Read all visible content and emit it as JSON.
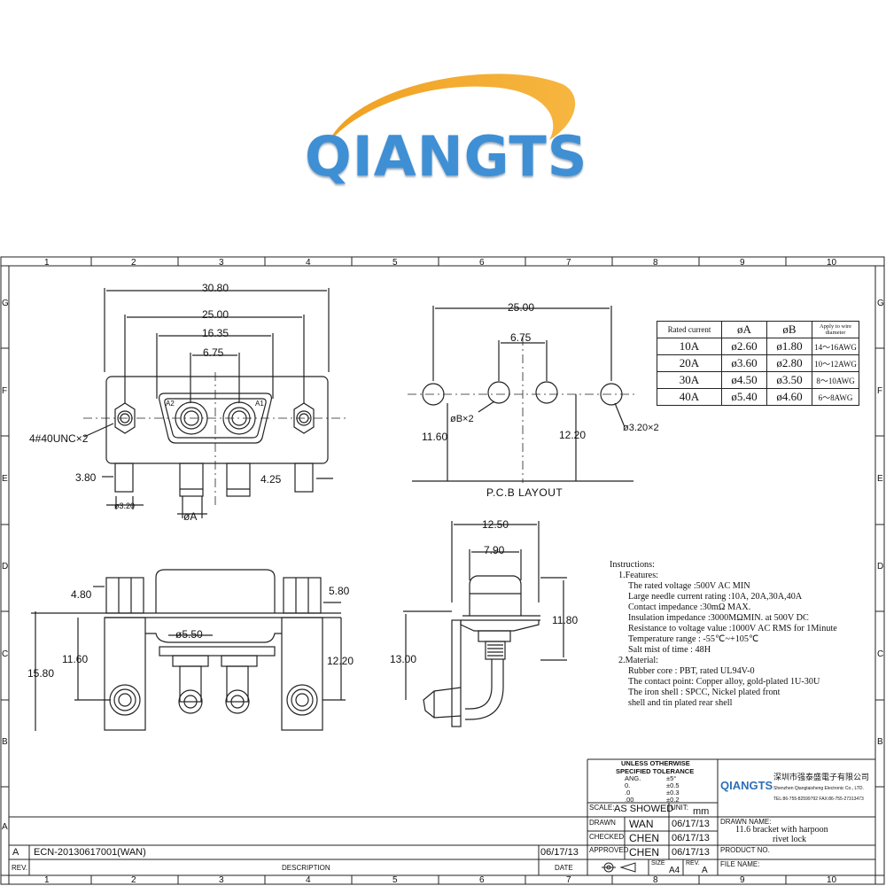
{
  "logo": {
    "text": "QIANGTS"
  },
  "frame": {
    "column_numbers": [
      "1",
      "2",
      "3",
      "4",
      "5",
      "6",
      "7",
      "8",
      "9",
      "10"
    ],
    "row_letters": [
      "G",
      "F",
      "E",
      "D",
      "C",
      "B",
      "A"
    ]
  },
  "front_view": {
    "dim_overall": "30.80",
    "dim_mount": "25.00",
    "dim_shell": "16.35",
    "dim_pitch": "6.75",
    "thread_label": "4#40UNC×2",
    "contact_a2": "A2",
    "contact_a1": "A1",
    "dim_left_height": "3.80",
    "dim_right_height": "4.25",
    "dim_small_hole": "ø3.20",
    "dim_phi_a": "øA"
  },
  "pcb_layout": {
    "title": "P.C.B  LAYOUT",
    "dim_mount": "25.00",
    "dim_pitch": "6.75",
    "dim_left": "11.60",
    "dim_right": "12.20",
    "hole_b": "øB×2",
    "hole_mount": "ø3.20×2"
  },
  "rating_table": {
    "headers": [
      "Rated current",
      "øA",
      "øB",
      "Apply to wire diameter"
    ],
    "rows": [
      [
        "10A",
        "ø2.60",
        "ø1.80",
        "14～16AWG"
      ],
      [
        "20A",
        "ø3.60",
        "ø2.80",
        "10～12AWG"
      ],
      [
        "30A",
        "ø4.50",
        "ø3.50",
        "8～10AWG"
      ],
      [
        "40A",
        "ø5.40",
        "ø4.60",
        "6～8AWG"
      ]
    ]
  },
  "bottom_view": {
    "dim_left_top": "4.80",
    "dim_right_top": "5.80",
    "dim_total_left": "15.80",
    "dim_left": "11.60",
    "dim_right": "12.20",
    "dim_pin": "ø5.50"
  },
  "side_view": {
    "dim_width": "12.50",
    "dim_inner": "7.90",
    "dim_height": "11.80",
    "dim_total": "13.00"
  },
  "instructions": {
    "title": "Instructions:",
    "features_title": "1.Features:",
    "features": [
      "The rated voltage :500V AC MIN",
      "Large needle current rating :10A, 20A,30A,40A",
      "Contact impedance :30mΩ MAX.",
      "Insulation impedance :3000MΩMIN. at 500V DC",
      "Resistance to voltage value :1000V AC RMS for 1Minute",
      "Temperature range : -55℃~+105℃",
      "Salt mist of time : 48H"
    ],
    "material_title": "2.Material:",
    "materials": [
      "Rubber core : PBT, rated UL94V-0",
      "The contact point: Copper alloy, gold-plated 1U-30U",
      "The iron shell : SPCC, Nickel plated front",
      "shell and tin plated rear shell"
    ]
  },
  "title_block": {
    "tolerance_title_1": "UNLESS  OTHERWISE",
    "tolerance_title_2": "SPECIFIED  TOLERANCE",
    "tol_labels": [
      "ANG.",
      "0.",
      ".0",
      ".00"
    ],
    "tol_values": [
      "±5°",
      "±0.5",
      "±0.3",
      "±0.2"
    ],
    "company_cn": "深圳市强泰盛電子有限公司",
    "company_en": "Shenzhen Qiangtaisheng Electronic Co., LTD.",
    "company_tel": "TEL:86-755-82599792  FAX:86-755-27313473",
    "company_logo": "QIANGTS",
    "scale_label": "SCALE:",
    "scale_value": "AS  SHOWED",
    "unit_label": "UNIT:",
    "unit_value": "mm",
    "drawn_label": "DRAWN",
    "drawn_by": "WAN",
    "drawn_date": "06/17/13",
    "checked_label": "CHECKED",
    "checked_by": "CHEN",
    "checked_date": "06/17/13",
    "approved_label": "APPROVED",
    "approved_by": "CHEN",
    "approved_date": "06/17/13",
    "drawn_name_label": "DRAWN NAME:",
    "drawn_name_1": "11.6 bracket with harpoon",
    "drawn_name_2": "rivet lock",
    "product_no_label": "PRODUCT NO.",
    "file_name_label": "FILE NAME:",
    "size_label": "SIZE",
    "size_value": "A4",
    "rev_label_small": "REV.",
    "rev_value": "A",
    "rev_col": "REV.",
    "description_col": "DESCRIPTION",
    "date_col": "DATE",
    "revision_row_rev": "A",
    "revision_row_desc": "ECN-20130617001(WAN)",
    "revision_row_date": "06/17/13"
  }
}
